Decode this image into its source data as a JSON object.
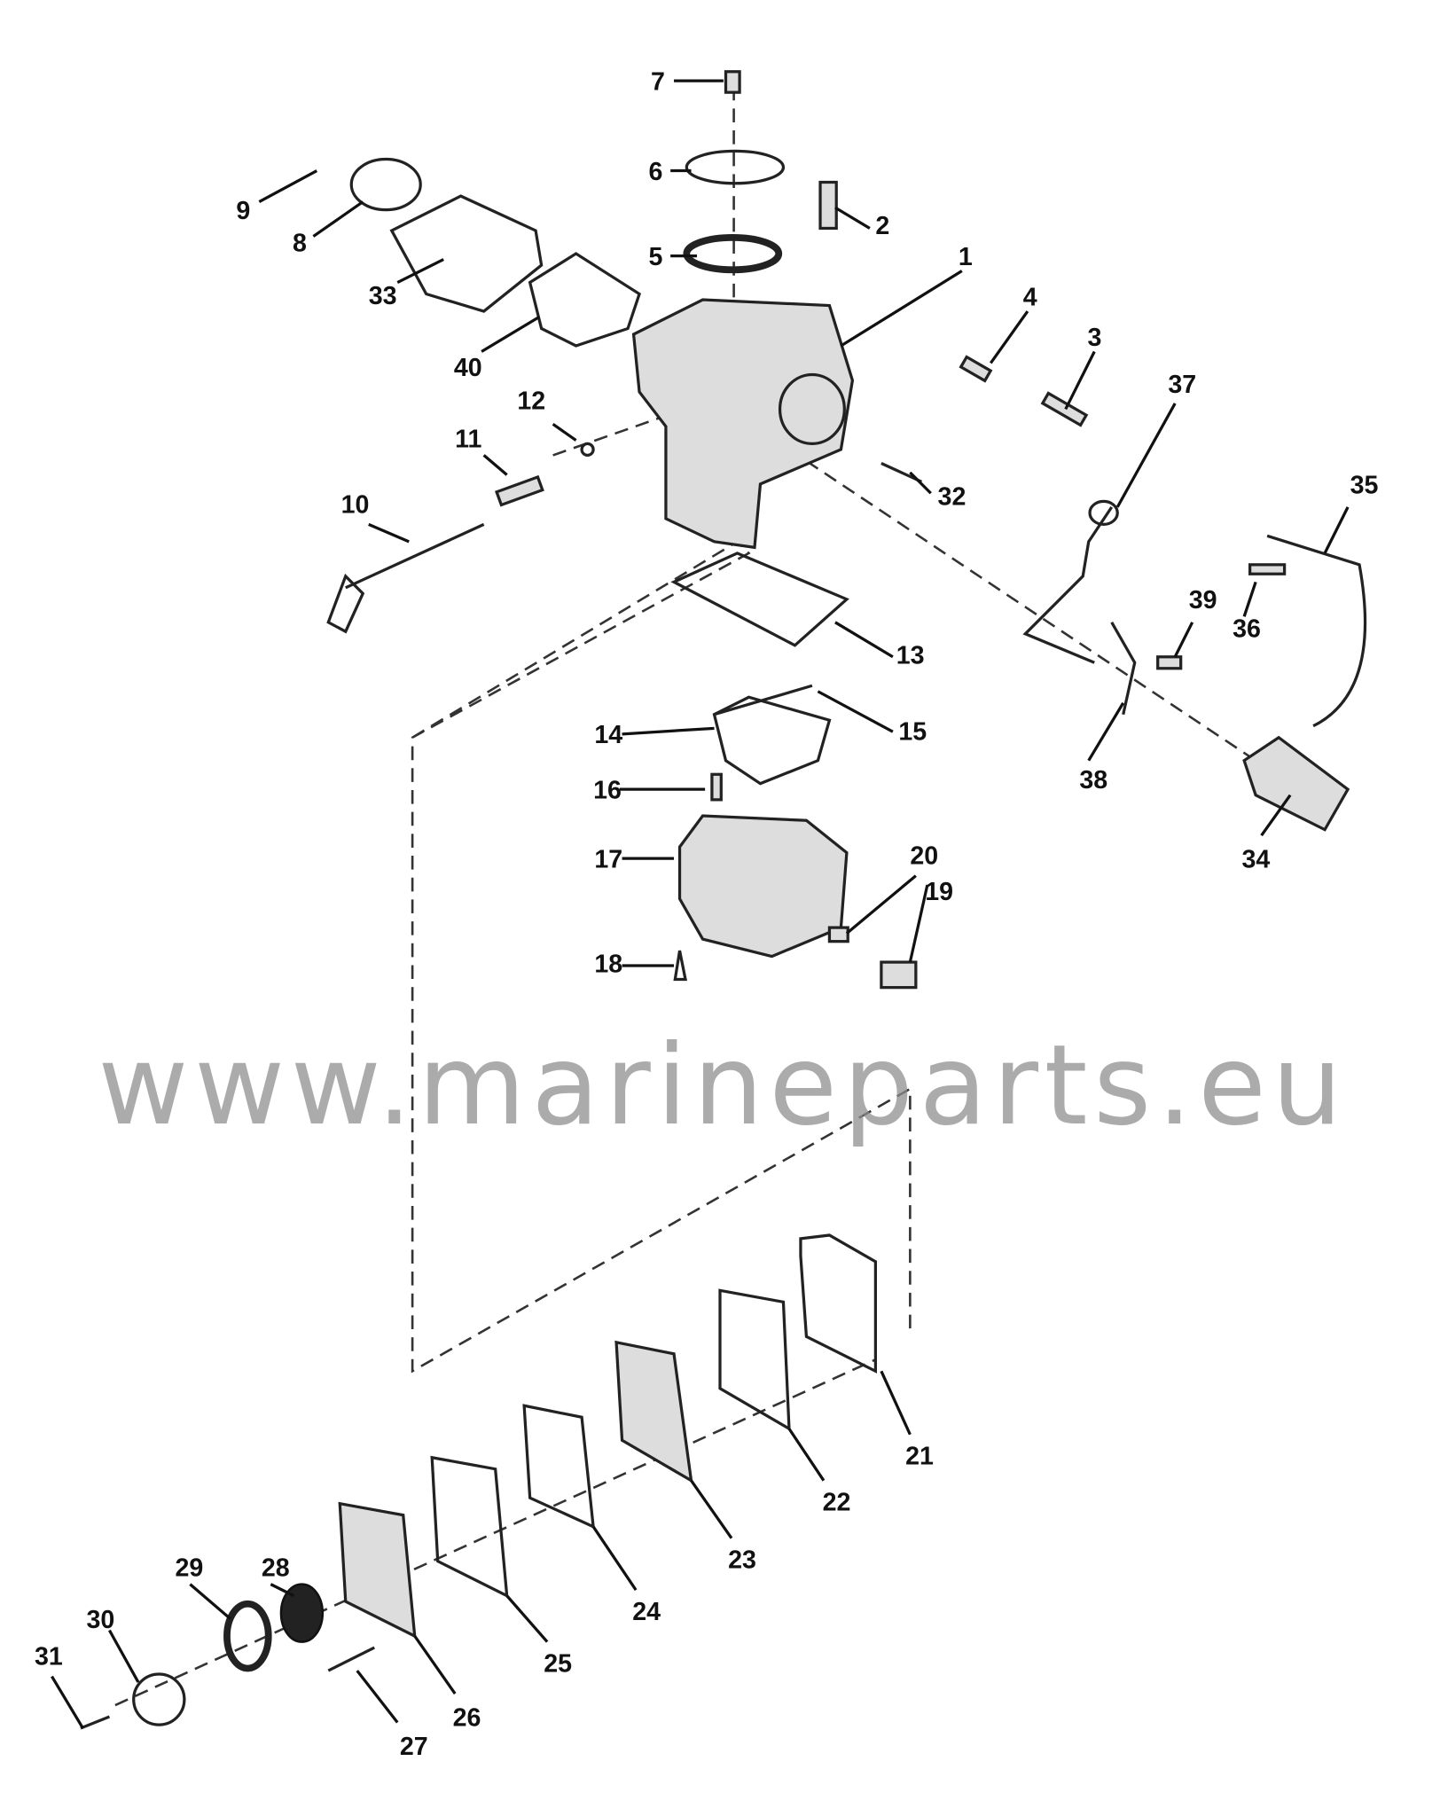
{
  "diagram": {
    "type": "exploded-parts-diagram",
    "part_numbers": [
      "1",
      "2",
      "3",
      "4",
      "5",
      "6",
      "7",
      "8",
      "9",
      "10",
      "11",
      "12",
      "13",
      "14",
      "15",
      "16",
      "17",
      "18",
      "19",
      "20",
      "21",
      "22",
      "23",
      "24",
      "25",
      "26",
      "27",
      "28",
      "29",
      "30",
      "31",
      "32",
      "33",
      "34",
      "35",
      "36",
      "37",
      "38",
      "39",
      "40"
    ],
    "watermark": "www.marineparts.eu"
  }
}
